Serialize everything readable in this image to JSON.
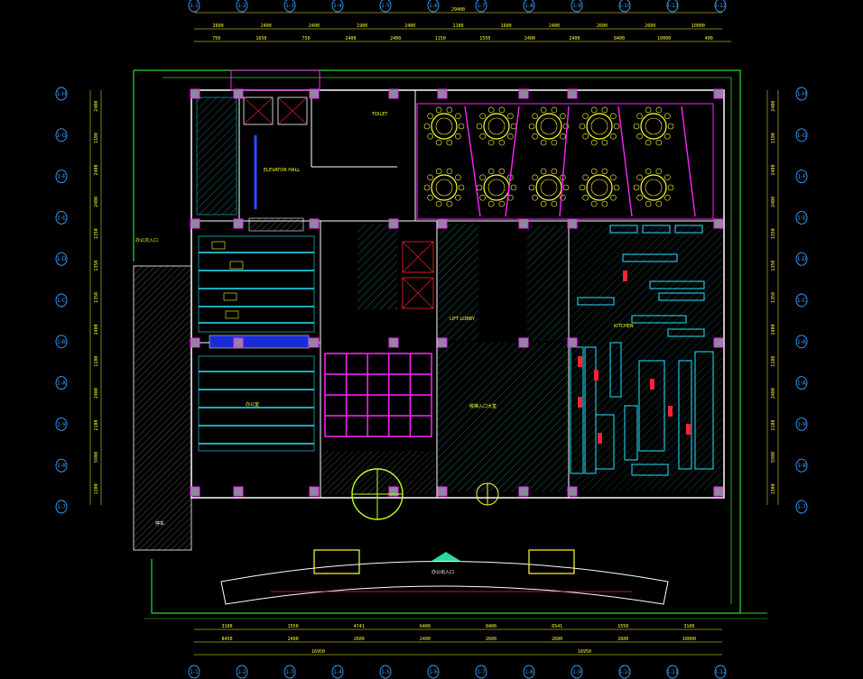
{
  "drawing": {
    "colors": {
      "background": "#000000",
      "outline": "#2bd92b",
      "wall": "#ffffff",
      "dimension": "#ffff33",
      "grid_bubble": "#3aa0ff",
      "accent_magenta": "#ff22ff",
      "accent_cyan": "#22e6ff",
      "accent_red": "#ff2233",
      "hatch": "#1fb8a8"
    },
    "dims_top_total": "29400",
    "dims_top_row1": [
      "2600",
      "2400",
      "2400",
      "1900",
      "2400",
      "1100",
      "1600",
      "2400",
      "2600",
      "2600",
      "10000"
    ],
    "dims_top_row2": [
      "750",
      "1650",
      "750",
      "2400",
      "2400",
      "1150",
      "1550",
      "2400",
      "2400",
      "8400",
      "10000",
      "400"
    ],
    "dims_bottom_row1": [
      "3100",
      "1550",
      "4741",
      "6400",
      "8400",
      "6541",
      "1550",
      "3100"
    ],
    "dims_bottom_row2": [
      "8450",
      "2400",
      "2600",
      "2400",
      "2600",
      "2600",
      "2600",
      "10000"
    ],
    "dims_bottom_total": [
      "16950",
      "16950"
    ],
    "dims_left": [
      "2400",
      "1100",
      "2400",
      "2400",
      "1350",
      "1350",
      "1350",
      "2400",
      "1100",
      "2400",
      "2100",
      "5900",
      "1300"
    ],
    "dims_right": [
      "2400",
      "1100",
      "2400",
      "2400",
      "1350",
      "1350",
      "1350",
      "2400",
      "1100",
      "2400",
      "2100",
      "5900",
      "1300"
    ],
    "grid_top": [
      "1-1",
      "1-2",
      "1-3",
      "1-4",
      "1-5",
      "1-6",
      "1-7",
      "1-8",
      "1-9",
      "1-10",
      "1-11",
      "1-12"
    ],
    "grid_left": [
      "1-H",
      "1-G",
      "1-F",
      "1-E",
      "1-D",
      "1-C",
      "1-B",
      "1-A",
      "1-9",
      "1-8",
      "1-7"
    ],
    "grid_right": [
      "1-H",
      "1-G",
      "1-F",
      "1-E",
      "1-D",
      "1-C",
      "1-B",
      "1-A",
      "1-9",
      "1-8",
      "1-7"
    ],
    "labels": {
      "entrance_main": "办公出入口",
      "entrance_side": "办公次入口",
      "lobby": "候梯入口大堂",
      "elevator_hall": "ELEVATOR HALL",
      "lift_lobby": "LIFT LOBBY",
      "kitchen": "KITCHEN",
      "toilet": "TOILET",
      "office": "办公室",
      "parking": "停车"
    }
  }
}
